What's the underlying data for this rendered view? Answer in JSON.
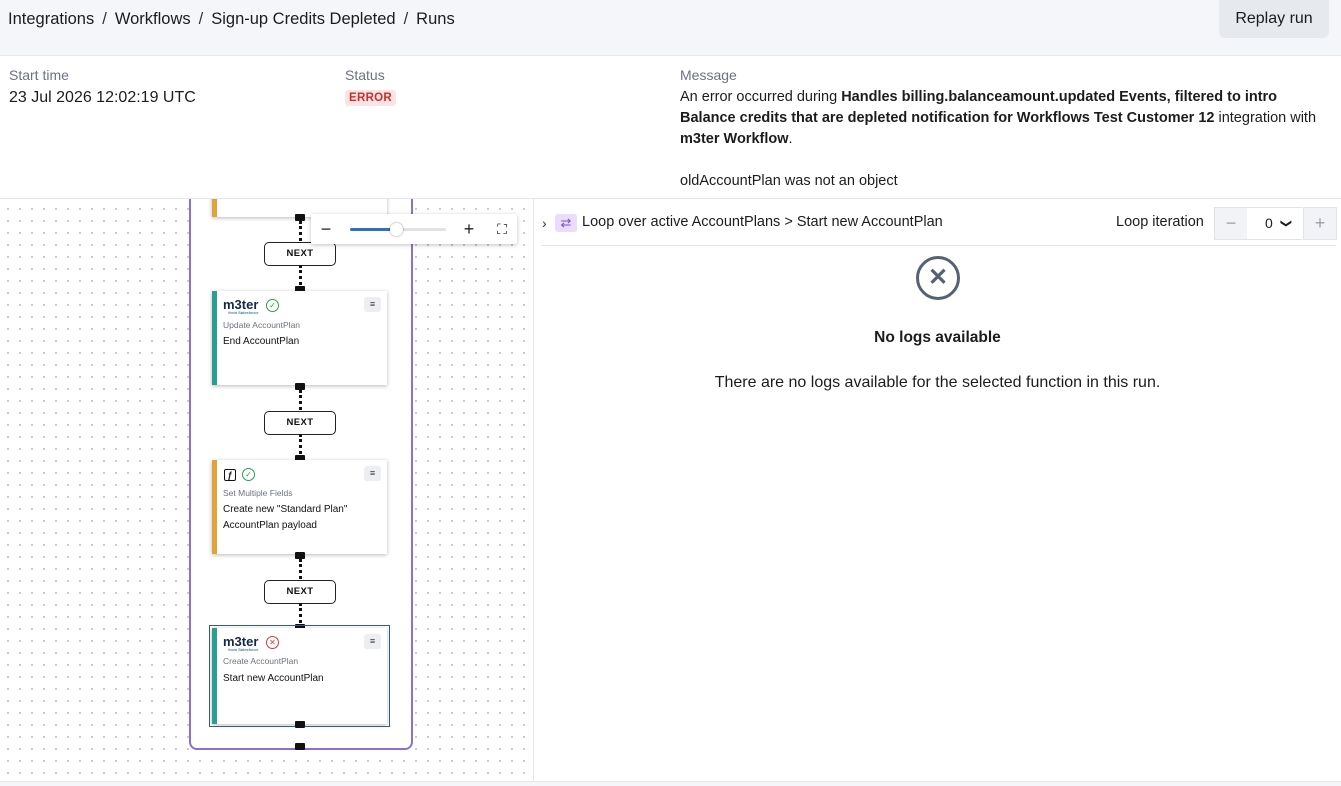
{
  "breadcrumb": {
    "items": [
      "Integrations",
      "Workflows",
      "Sign-up Credits Depleted",
      "Runs"
    ],
    "separator": "/"
  },
  "header": {
    "replay_label": "Replay run"
  },
  "run": {
    "start_time_label": "Start time",
    "start_time_value": "23 Jul 2026 12:02:19 UTC",
    "status_label": "Status",
    "status_value": "ERROR",
    "message_label": "Message",
    "message": {
      "p1": "An error occurred during ",
      "b1": "Handles billing.balanceamount.updated Events, filtered to intro Balance credits that are depleted notification for Workflows Test Customer 12",
      "p2": " integration with ",
      "b2": "m3ter Workflow",
      "p3": ".",
      "detail": "oldAccountPlan was not an object"
    }
  },
  "canvas": {
    "zoom": {
      "minus_label": "−",
      "plus_label": "+",
      "level_fraction": 0.48,
      "fit_icon": "fullscreen-icon"
    },
    "next_label": "NEXT",
    "nodes": [
      {
        "type": "Update AccountPlan",
        "label": "End AccountPlan",
        "icon": "m3ter-logo",
        "status": "success",
        "accent": "#2b9e8f"
      },
      {
        "type": "Set Multiple Fields",
        "label": "Create new \"Standard Plan\" AccountPlan payload",
        "icon": "function-icon",
        "status": "success",
        "accent": "#e0a53a"
      },
      {
        "type": "Create AccountPlan",
        "label": "Start new AccountPlan",
        "icon": "m3ter-logo",
        "status": "error",
        "accent": "#2b9e8f"
      }
    ],
    "logo_text": "m3ter",
    "logo_sub": "from Salesforce",
    "loop_color": "#8b6fd1"
  },
  "panel": {
    "path": "Loop over active AccountPlans > Start new AccountPlan",
    "iteration_label": "Loop iteration",
    "iteration_value": "0",
    "iteration_minus": "−",
    "iteration_plus": "+",
    "empty_title": "No logs available",
    "empty_desc": "There are no logs available for the selected function in this run."
  }
}
